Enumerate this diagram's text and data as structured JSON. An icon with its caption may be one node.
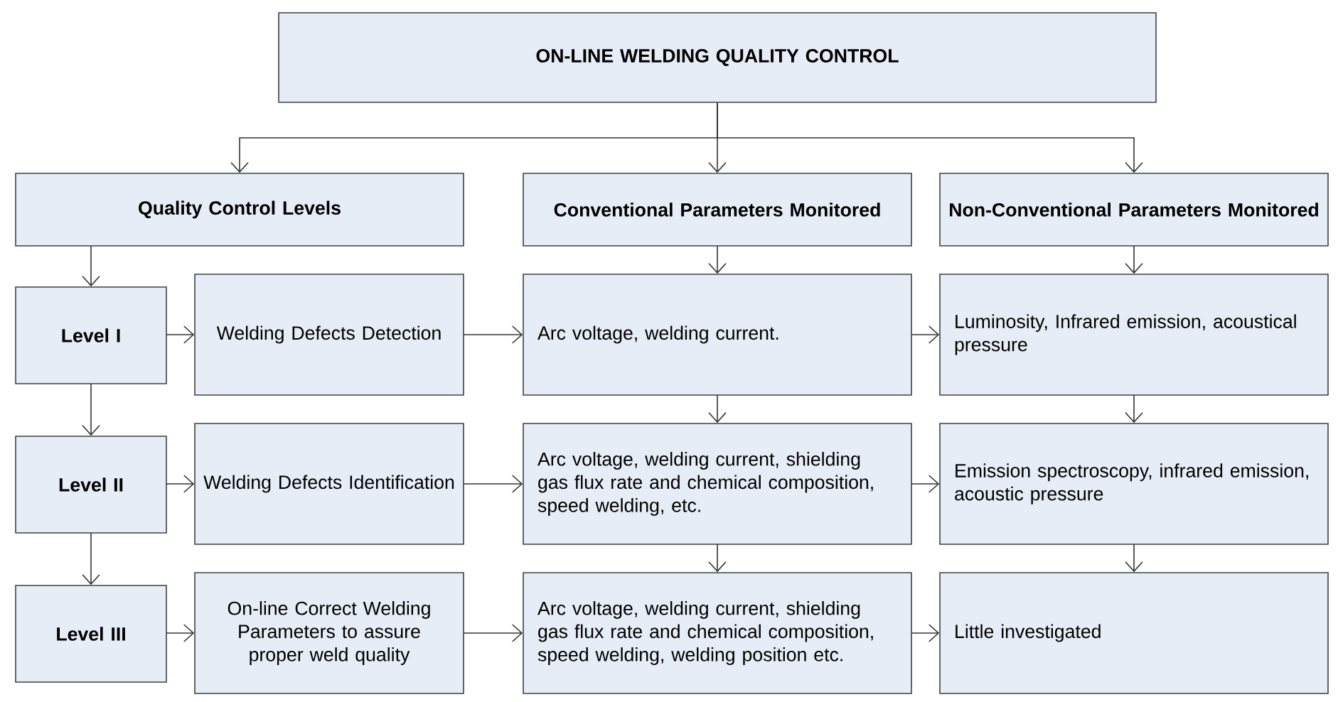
{
  "diagram": {
    "nodes": [
      {
        "text": [
          "ON-LINE WELDING QUALITY CONTROL"
        ]
      },
      {
        "text": [
          "Quality Control Levels"
        ]
      },
      {
        "text": [
          "Conventional Parameters Monitored"
        ]
      },
      {
        "text": [
          "Non-Conventional Parameters Monitored"
        ]
      },
      {
        "text": [
          "Level I"
        ]
      },
      {
        "text": [
          "Welding Defects Detection"
        ]
      },
      {
        "text": [
          "Arc voltage, welding current."
        ]
      },
      {
        "text": [
          "Luminosity, Infrared emission, acoustical pressure"
        ]
      },
      {
        "text": [
          "Level II"
        ]
      },
      {
        "text": [
          "Welding Defects Identification"
        ]
      },
      {
        "text": [
          "Arc voltage, welding current, shielding gas flux rate and chemical composition, speed welding, etc."
        ]
      },
      {
        "text": [
          "Emission spectroscopy, infrared emission, acoustic pressure"
        ]
      },
      {
        "text": [
          "Level III"
        ]
      },
      {
        "text": [
          "On-line Correct Welding Parameters to assure proper weld quality"
        ]
      },
      {
        "text": [
          "Arc voltage, welding current, shielding gas flux rate and chemical composition, speed welding, welding position etc."
        ]
      },
      {
        "text": [
          "Little investigated"
        ]
      }
    ],
    "edges": [
      {
        "from": 0,
        "to": 1,
        "arrow": "to"
      },
      {
        "from": 0,
        "to": 2,
        "arrow": "to"
      },
      {
        "from": 0,
        "to": 3,
        "arrow": "to"
      },
      {
        "from": 1,
        "to": 4,
        "arrow": "to"
      },
      {
        "from": 4,
        "to": 5,
        "arrow": "to"
      },
      {
        "from": 5,
        "to": 6,
        "arrow": "to"
      },
      {
        "from": 6,
        "to": 7,
        "arrow": "to"
      },
      {
        "from": 2,
        "to": 6,
        "arrow": "to"
      },
      {
        "from": 3,
        "to": 7,
        "arrow": "to"
      },
      {
        "from": 4,
        "to": 8,
        "arrow": "to"
      },
      {
        "from": 8,
        "to": 9,
        "arrow": "to"
      },
      {
        "from": 9,
        "to": 10,
        "arrow": "to"
      },
      {
        "from": 10,
        "to": 11,
        "arrow": "to"
      },
      {
        "from": 6,
        "to": 10,
        "arrow": "to"
      },
      {
        "from": 7,
        "to": 11,
        "arrow": "to"
      },
      {
        "from": 8,
        "to": 12,
        "arrow": "to"
      },
      {
        "from": 12,
        "to": 13,
        "arrow": "to"
      },
      {
        "from": 13,
        "to": 14,
        "arrow": "to"
      },
      {
        "from": 14,
        "to": 15,
        "arrow": "to"
      },
      {
        "from": 10,
        "to": 14,
        "arrow": "to"
      },
      {
        "from": 11,
        "to": 15,
        "arrow": "to"
      }
    ]
  }
}
